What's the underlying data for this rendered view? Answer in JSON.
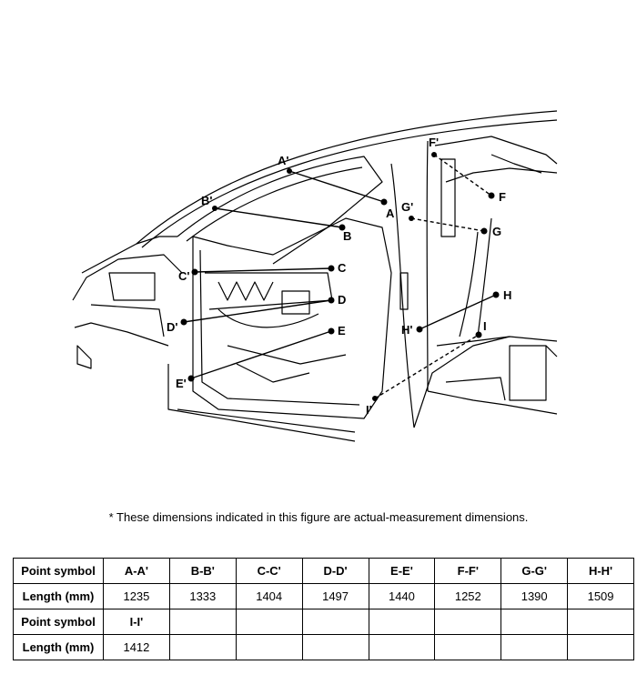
{
  "figure": {
    "point_labels": {
      "A": "A",
      "A_p": "A'",
      "B": "B",
      "B_p": "B'",
      "C": "C",
      "C_p": "C'",
      "D": "D",
      "D_p": "D'",
      "E": "E",
      "E_p": "E'",
      "F": "F",
      "F_p": "F'",
      "G": "G",
      "G_p": "G'",
      "H": "H",
      "H_p": "H'",
      "I": "I",
      "I_p": "I'"
    }
  },
  "note": "* These dimensions indicated in this figure are actual-measurement dimensions.",
  "table": {
    "row_label_symbol": "Point symbol",
    "row_label_length": "Length (mm)",
    "row1_symbols": [
      "A-A'",
      "B-B'",
      "C-C'",
      "D-D'",
      "E-E'",
      "F-F'",
      "G-G'",
      "H-H'"
    ],
    "row1_lengths": [
      "1235",
      "1333",
      "1404",
      "1497",
      "1440",
      "1252",
      "1390",
      "1509"
    ],
    "row2_symbols": [
      "I-I'",
      "",
      "",
      "",
      "",
      "",
      "",
      ""
    ],
    "row2_lengths": [
      "1412",
      "",
      "",
      "",
      "",
      "",
      "",
      ""
    ]
  }
}
